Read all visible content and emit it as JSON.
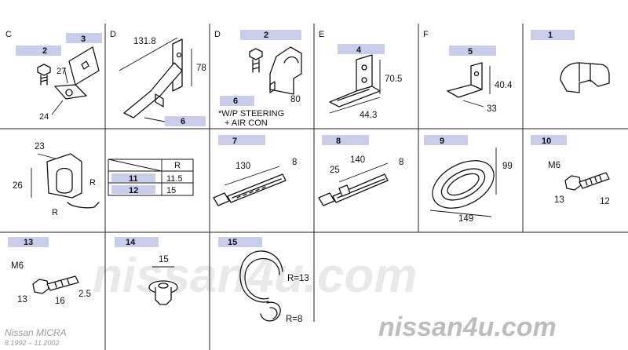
{
  "cells": {
    "c1": {
      "section": "C",
      "callouts": [
        "3",
        "2"
      ],
      "dims": [
        "27",
        "24"
      ]
    },
    "c2": {
      "section": "D",
      "callouts": [
        "6"
      ],
      "dims": [
        "131.8",
        "78"
      ]
    },
    "c3": {
      "section": "D",
      "callouts": [
        "2",
        "6"
      ],
      "dims": [
        "80"
      ],
      "note_line1": "*W/P STEERING",
      "note_line2": "+ AIR CON"
    },
    "c4": {
      "section": "E",
      "callouts": [
        "4"
      ],
      "dims": [
        "70.5",
        "44.3"
      ]
    },
    "c5": {
      "section": "F",
      "callouts": [
        "5"
      ],
      "dims": [
        "40.4",
        "33"
      ]
    },
    "c6": {
      "callouts": [
        "1"
      ]
    },
    "c7": {
      "dims": [
        "23",
        "26"
      ],
      "r_labels": [
        "R",
        "R"
      ]
    },
    "c8": {
      "callouts": [
        "7"
      ],
      "dims": [
        "130",
        "8"
      ]
    },
    "c9": {
      "callouts": [
        "8"
      ],
      "dims": [
        "140",
        "25",
        "8"
      ]
    },
    "c10": {
      "callouts": [
        "9"
      ],
      "dims": [
        "99",
        "149"
      ]
    },
    "c11": {
      "callouts": [
        "10"
      ],
      "dims": [
        "M6",
        "13",
        "12"
      ]
    },
    "c12": {
      "callouts": [
        "13"
      ],
      "dims": [
        "M6",
        "13",
        "16",
        "2.5"
      ]
    },
    "c13": {
      "callouts": [
        "14"
      ],
      "dims": [
        "15"
      ]
    },
    "c14": {
      "callouts": [
        "15"
      ],
      "dims": [
        "R=13",
        "R=8"
      ]
    }
  },
  "r_table": {
    "header": "R",
    "rows": [
      {
        "part": "11",
        "value": "11.5"
      },
      {
        "part": "12",
        "value": "15"
      }
    ]
  },
  "watermark": "nissan4u.com",
  "footer": {
    "model": "Nissan MICRA",
    "dates": "8.1992 – 11.2002",
    "site": "nissan4u.com"
  },
  "colors": {
    "highlight": "#c9cde9",
    "line": "#111111",
    "watermark": "#bdbdbd"
  }
}
